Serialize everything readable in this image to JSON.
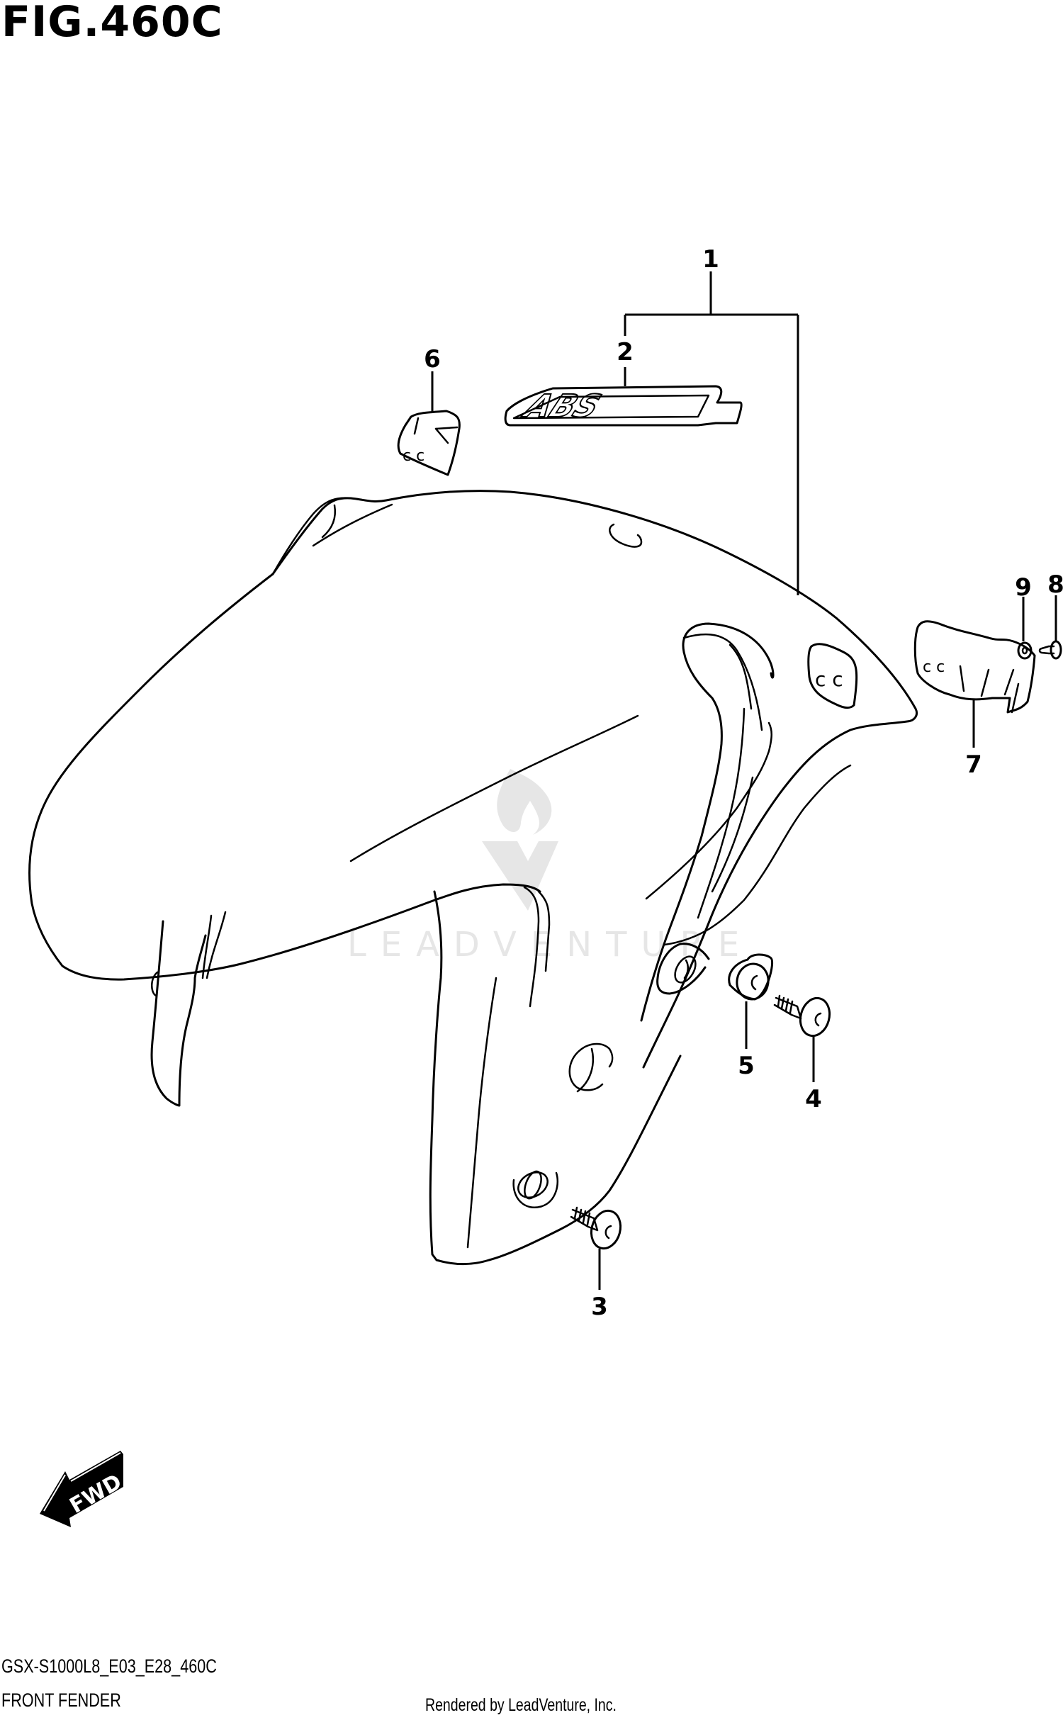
{
  "figure": {
    "title": "FIG.460C",
    "model_code": "GSX-S1000L8_E03_E28_460C",
    "section_name": "FRONT FENDER",
    "credit": "Rendered by LeadVenture, Inc.",
    "watermark": "LEADVENTURE",
    "direction_label": "FWD"
  },
  "decal_text": "ABS",
  "callouts": [
    {
      "number": "1",
      "part": "fender-assembly"
    },
    {
      "number": "2",
      "part": "abs-emblem"
    },
    {
      "number": "3",
      "part": "screw"
    },
    {
      "number": "4",
      "part": "bolt"
    },
    {
      "number": "5",
      "part": "cushion"
    },
    {
      "number": "6",
      "part": "clip-nut"
    },
    {
      "number": "7",
      "part": "bracket"
    },
    {
      "number": "8",
      "part": "screw"
    },
    {
      "number": "9",
      "part": "washer"
    }
  ],
  "colors": {
    "line": "#000000",
    "background": "#ffffff",
    "watermark": "#e6e6e6"
  }
}
